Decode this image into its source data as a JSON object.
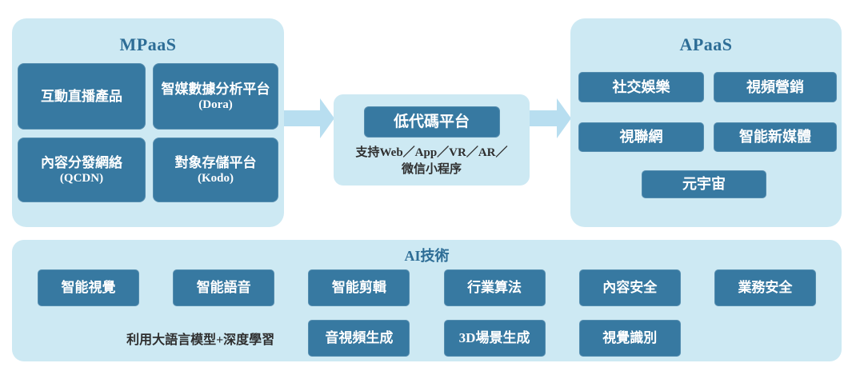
{
  "colors": {
    "panel": "#cde9f3",
    "node": "#3779a1",
    "node_text": "#ffffff",
    "title": "#2d6d96",
    "arrow": "#b8def0",
    "dark_text": "#2f2f2f"
  },
  "mpaas": {
    "title": "MPaaS",
    "boxes": [
      {
        "label": "互動直播產品",
        "sub": ""
      },
      {
        "label": "智媒數據分析平台",
        "sub": "(Dora)"
      },
      {
        "label": "內容分發網絡",
        "sub": "(QCDN)"
      },
      {
        "label": "對象存儲平台",
        "sub": "(Kodo)"
      }
    ]
  },
  "lowcode": {
    "box_label": "低代碼平台",
    "support_line1": "支持Web／App／VR／AR／",
    "support_line2": "微信小程序"
  },
  "apaas": {
    "title": "APaaS",
    "boxes": [
      {
        "label": "社交娛樂"
      },
      {
        "label": "視頻營銷"
      },
      {
        "label": "視聯網"
      },
      {
        "label": "智能新媒體"
      },
      {
        "label": "元宇宙"
      }
    ]
  },
  "ai": {
    "title": "AI技術",
    "row1": [
      {
        "label": "智能視覺"
      },
      {
        "label": "智能語音"
      },
      {
        "label": "智能剪輯"
      },
      {
        "label": "行業算法"
      },
      {
        "label": "內容安全"
      },
      {
        "label": "業務安全"
      }
    ],
    "note": "利用大語言模型+深度學習",
    "row2": [
      {
        "label": "音視頻生成"
      },
      {
        "label": "3D場景生成"
      },
      {
        "label": "視覺識別"
      }
    ]
  }
}
